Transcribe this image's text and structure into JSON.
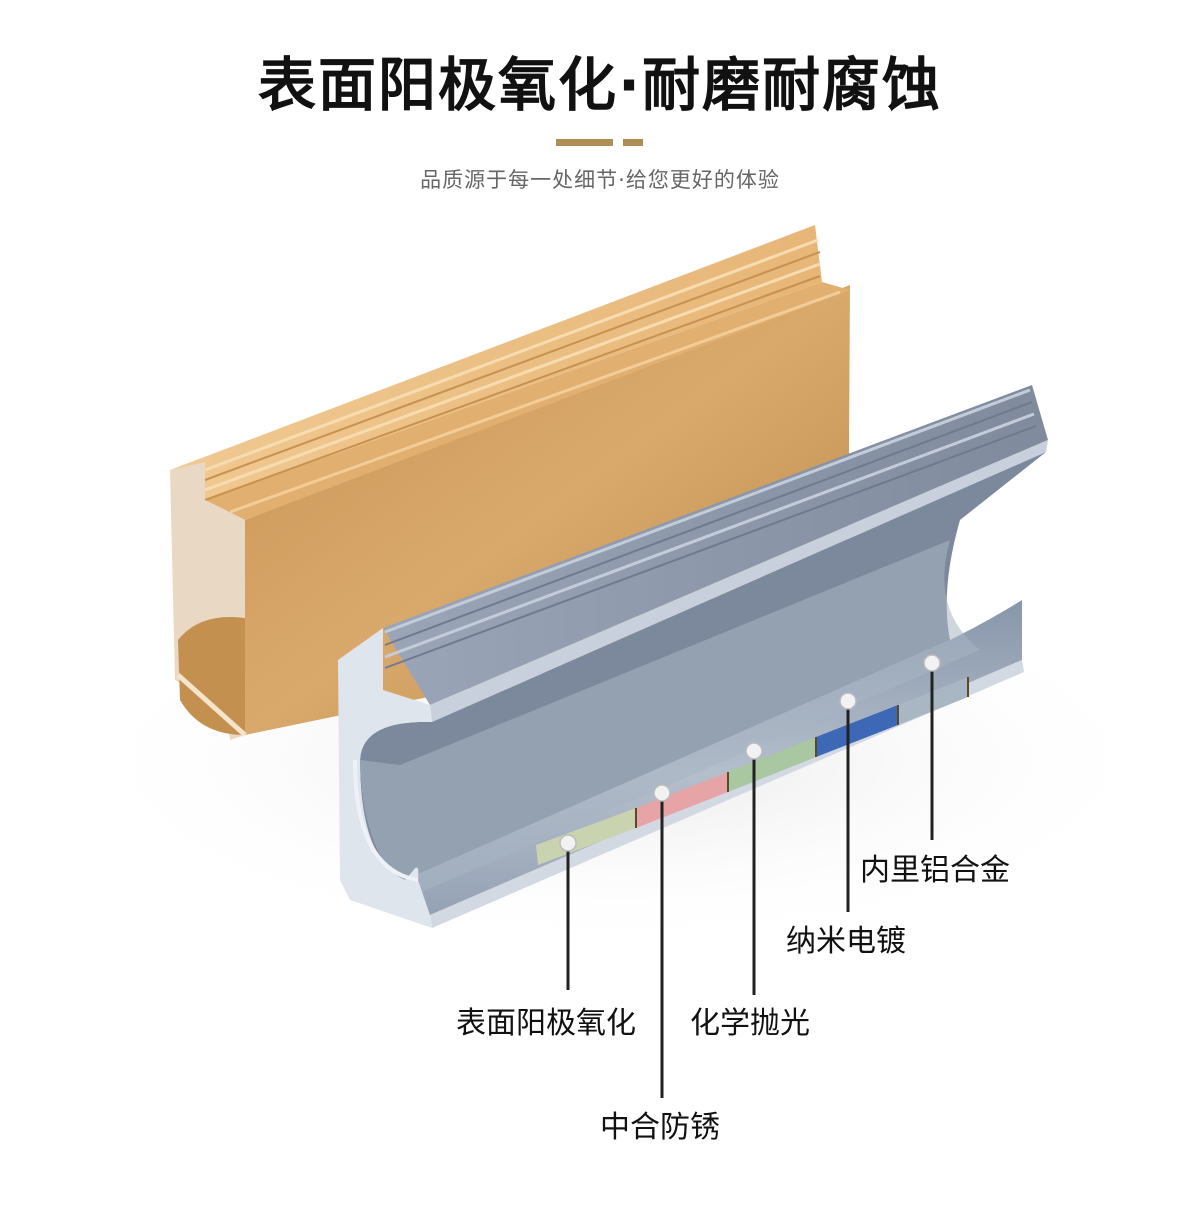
{
  "header": {
    "title": "表面阳极氧化·耐磨耐腐蚀",
    "subtitle": "品质源于每一处细节·给您更好的体验"
  },
  "layers": [
    {
      "label": "表面阳极氧化",
      "color": "#c9d3b0"
    },
    {
      "label": "中合防锈",
      "color": "#e7a4a6"
    },
    {
      "label": "化学抛光",
      "color": "#a9c7a0"
    },
    {
      "label": "纳米电镀",
      "color": "#3c68b5"
    },
    {
      "label": "内里铝合金",
      "color": "#a9b6c4"
    }
  ],
  "colors": {
    "accent": "#b08d54",
    "gold_profile": "#d3a366",
    "gray_profile": "#8f9aac"
  }
}
